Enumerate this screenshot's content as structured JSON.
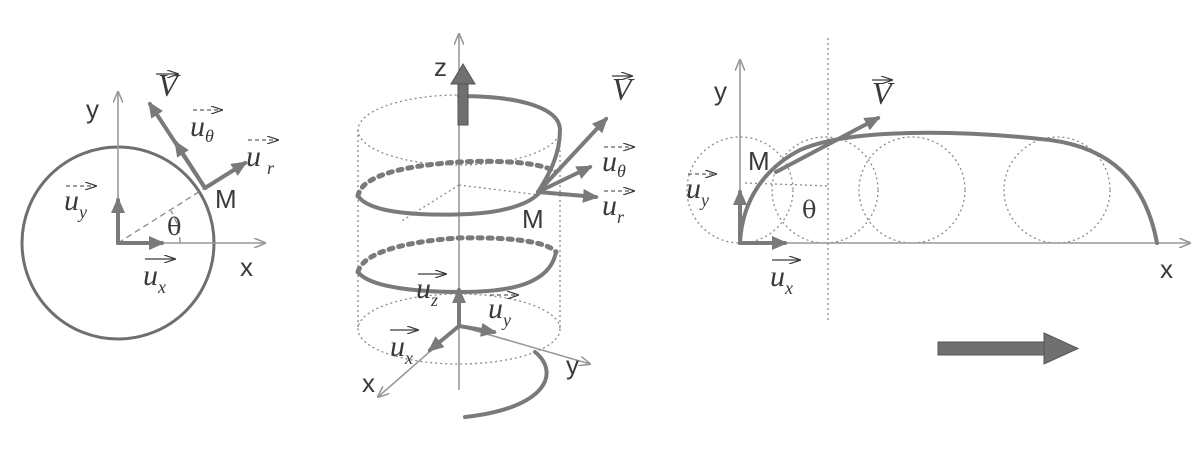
{
  "colors": {
    "curve": "#7a7a7a",
    "axis": "#999999",
    "text": "#3a3a3a",
    "arrow_fill": "#707070"
  },
  "polar": {
    "axis_x": "x",
    "axis_y": "y",
    "point": "M",
    "angle": "θ",
    "vec_V": "V",
    "u_theta": "u",
    "u_theta_sub": "θ",
    "u_r": "u",
    "u_r_sub": "r",
    "u_y": "u",
    "u_y_sub": "y",
    "u_x": "u",
    "u_x_sub": "x"
  },
  "helix": {
    "axis_x": "x",
    "axis_y": "y",
    "axis_z": "z",
    "point": "M",
    "vec_V": "V",
    "u_theta": "u",
    "u_theta_sub": "θ",
    "u_r": "u",
    "u_r_sub": "r",
    "u_z": "u",
    "u_z_sub": "z",
    "u_y": "u",
    "u_y_sub": "y",
    "u_x": "u",
    "u_x_sub": "x"
  },
  "cycloid": {
    "axis_x": "x",
    "axis_y": "y",
    "point": "M",
    "angle": "θ",
    "vec_V": "V",
    "u_y": "u",
    "u_y_sub": "y",
    "u_x": "u",
    "u_x_sub": "x"
  }
}
